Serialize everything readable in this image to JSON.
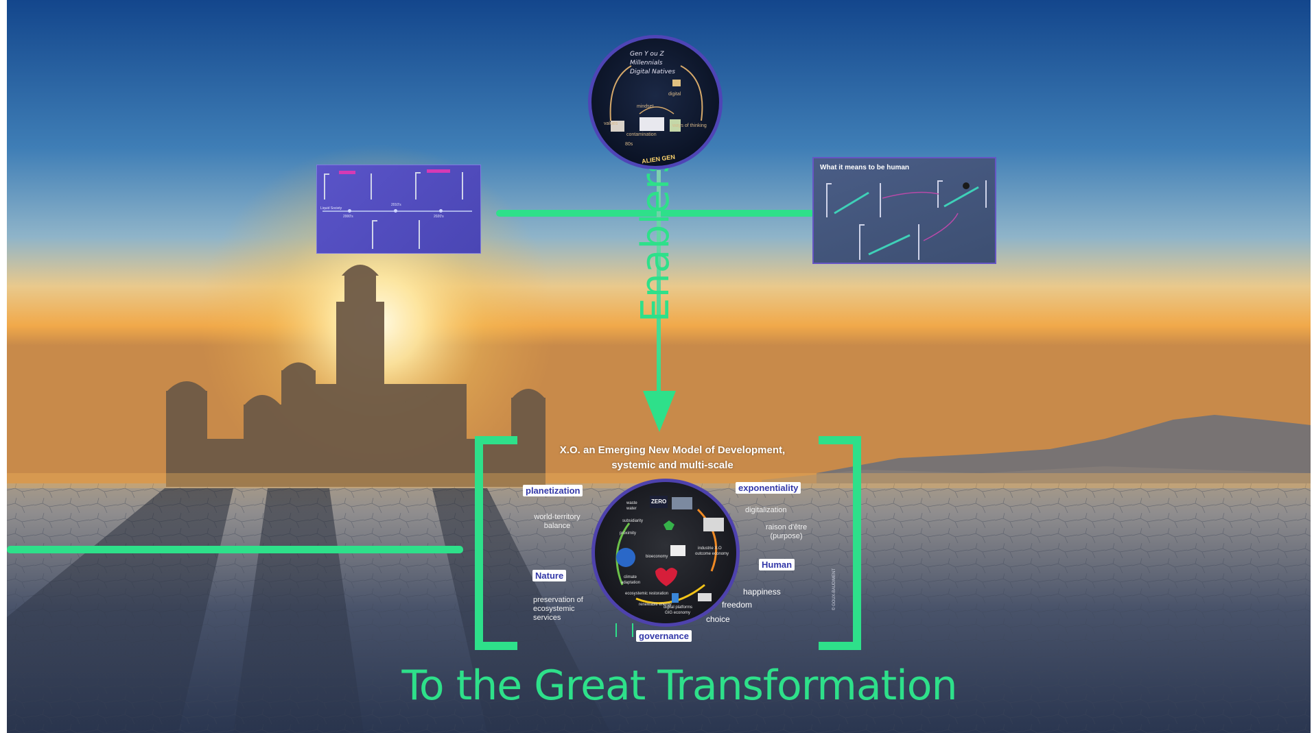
{
  "title": "To the Great Transformation",
  "enablers_label": "Enablers",
  "accent_color": "#2ee08a",
  "top_circle": {
    "lines": [
      "Gen Y ou Z",
      "Millennials",
      "Digital Natives"
    ],
    "labels": {
      "digital": "digital",
      "mindset": "mindset",
      "values": "values",
      "contamination": "contamination",
      "ways_of_thinking": "ways of thinking",
      "eighties": "80s",
      "alien_gen": "ALIEN GEN"
    }
  },
  "right_thumb": {
    "title": "What it means to be human"
  },
  "left_thumb": {
    "labels": [
      "Liquid Society",
      "2000's",
      "2010's",
      "2020's"
    ]
  },
  "model": {
    "title_line1": "X.O. an Emerging New Model of Development,",
    "title_line2": "systemic and multi-scale",
    "labels": {
      "planetization": "planetization",
      "exponentiality": "exponentiality",
      "nature": "Nature",
      "human": "Human",
      "governance": "governance"
    },
    "notes": {
      "world_territory_1": "world-territory",
      "world_territory_2": "balance",
      "digitalization": "digitalization",
      "raison_1": "raison d'être",
      "raison_2": "(purpose)",
      "preservation_1": "preservation of",
      "preservation_2": "ecosystemic",
      "preservation_3": "services",
      "happiness": "happiness",
      "freedom": "freedom",
      "choice": "choice"
    },
    "inner": {
      "zero": "ZERO",
      "subsidiarity": "subsidiarity",
      "proximity": "proximity",
      "bioeconomy": "bioeconomy",
      "industrie": "industrie X.O",
      "outcome": "outcome economy",
      "climate": "climate",
      "adaptation": "adaptation",
      "ecosystemic_restoration": "ecosystemic restoration",
      "renewable_energy": "renewable energy",
      "digital_platforms": "digital platforms",
      "gig_economy": "GIG economy",
      "waste": "waste",
      "water": "water"
    },
    "credit": "© GOUX-BAUDIMENT"
  }
}
